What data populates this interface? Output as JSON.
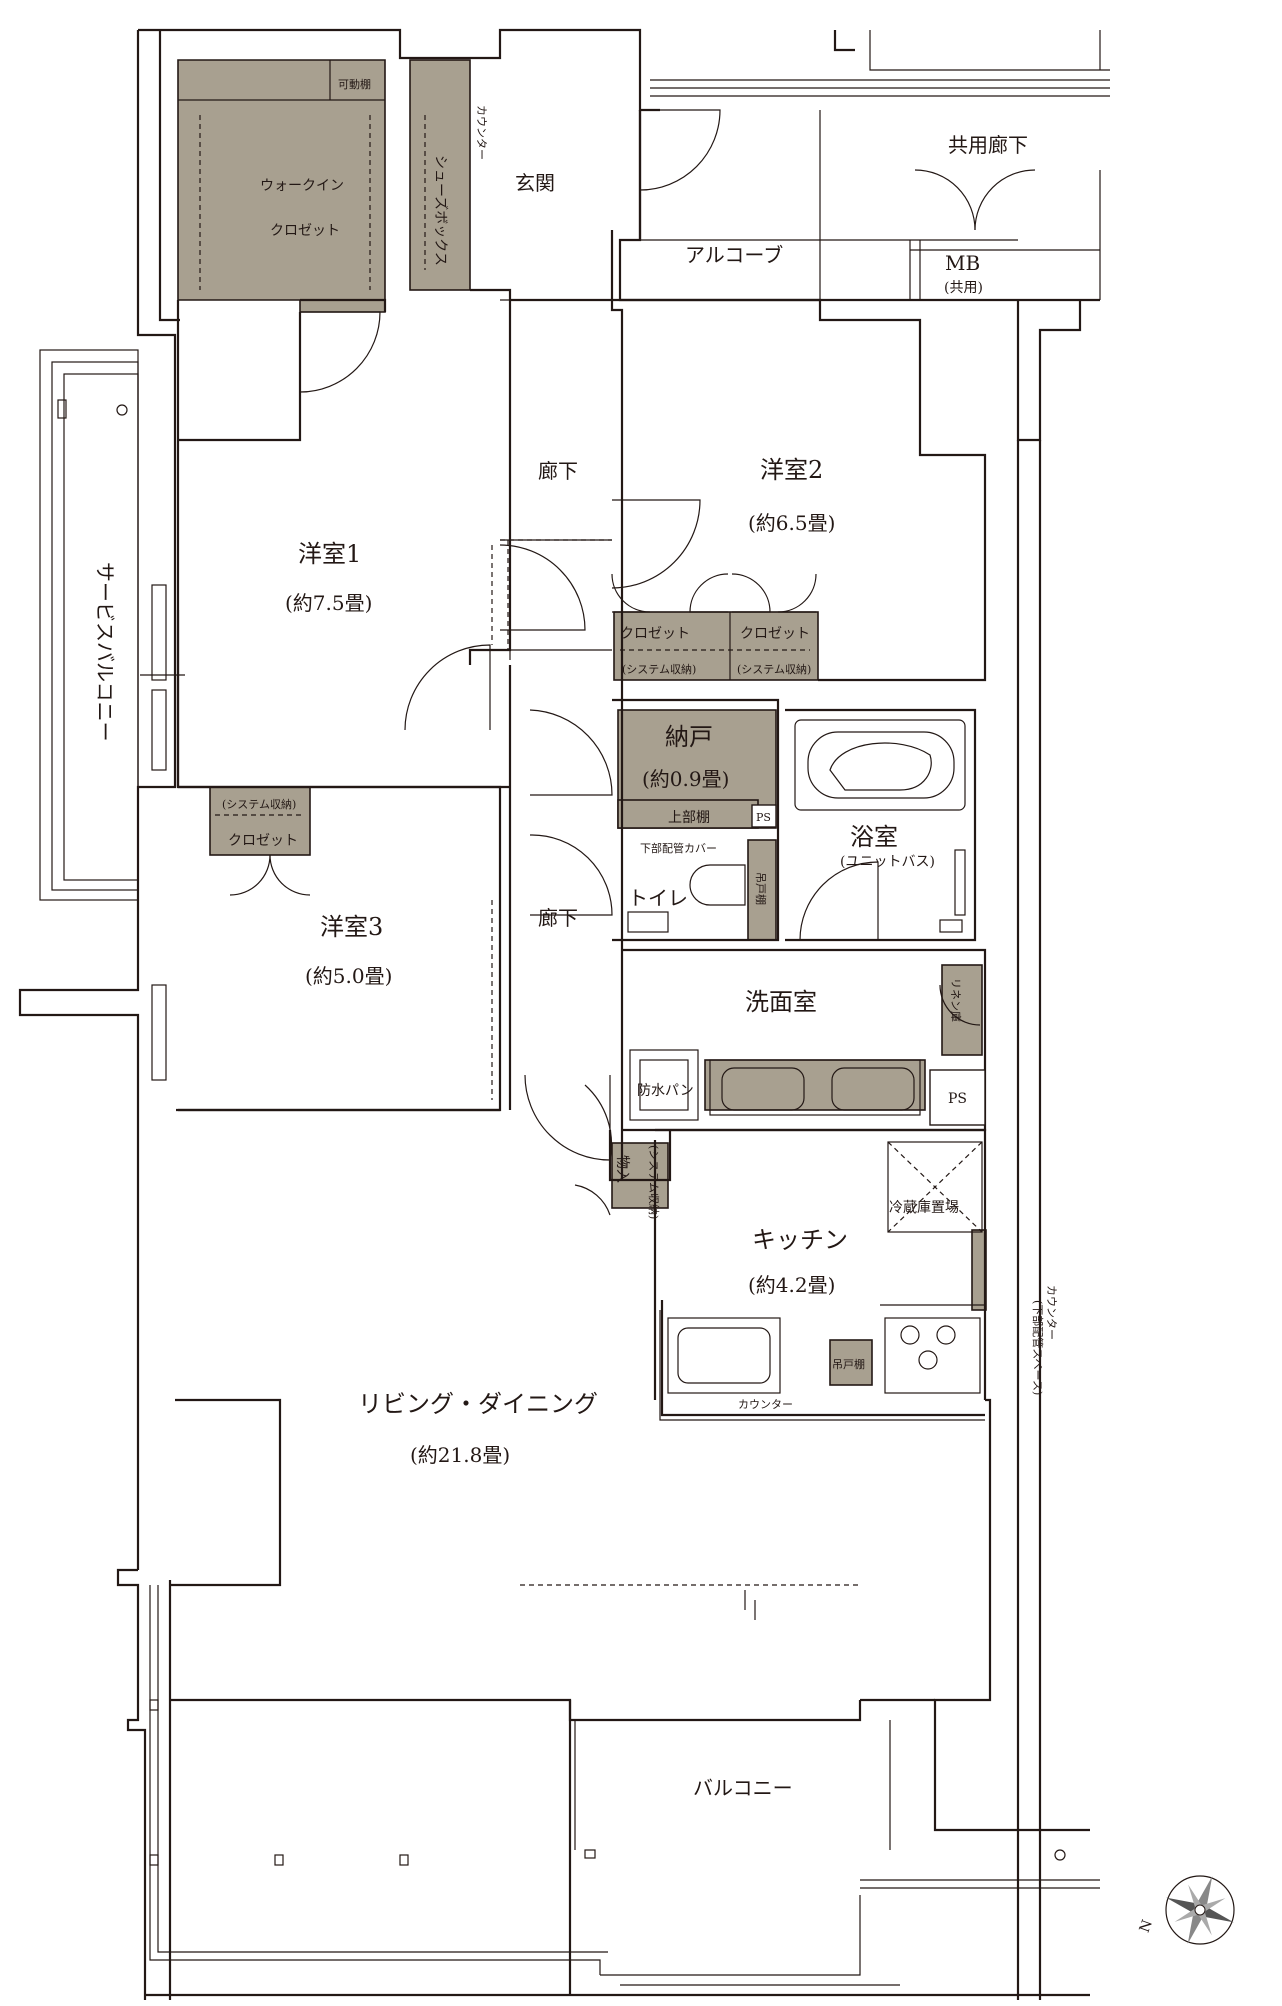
{
  "rooms": {
    "walk_in_closet": {
      "line1": "ウォークイン",
      "line2": "クロゼット"
    },
    "movable_shelf": "可動棚",
    "counter_entry": "カウンター",
    "shoe_box": "シューズボックス",
    "entrance": "玄関",
    "alcove": "アルコーブ",
    "common_corridor": "共用廊下",
    "mb": {
      "name": "MB",
      "note": "(共用)"
    },
    "hallway_upper": "廊下",
    "hallway_lower": "廊下",
    "western_room_2": {
      "name": "洋室2",
      "size": "(約6.5畳)"
    },
    "western_room_1": {
      "name": "洋室1",
      "size": "(約7.5畳)"
    },
    "closet_a": {
      "name": "クロゼット",
      "note": "(システム収納)"
    },
    "closet_b": {
      "name": "クロゼット",
      "note": "(システム収納)"
    },
    "service_balcony": "サービスバルコニー",
    "storage": {
      "name": "納戸",
      "size": "(約0.9畳)",
      "shelf": "上部棚"
    },
    "ps_upper": "PS",
    "bathroom": {
      "name": "浴室",
      "note": "(ユニットバス)"
    },
    "pipe_cover": "下部配管カバー",
    "toilet": "トイレ",
    "hanging_cabinet_toilet": "吊戸棚",
    "western_room_3": {
      "name": "洋室3",
      "size": "(約5.0畳)"
    },
    "closet_3": {
      "name": "クロゼット",
      "note": "(システム収納)"
    },
    "washroom": "洗面室",
    "linen_cabinet": "リネン庫",
    "waterproof_pan": "防水パン",
    "ps_lower": "PS",
    "storage_cabinet": {
      "name": "物入",
      "note": "(システム収納)"
    },
    "fridge_space": "冷蔵庫置場",
    "kitchen": {
      "name": "キッチン",
      "size": "(約4.2畳)"
    },
    "counter_right": {
      "name": "カウンター",
      "note": "(下部配管スペース)"
    },
    "hanging_cabinet_kitchen": "吊戸棚",
    "counter_kitchen": "カウンター",
    "living_dining": {
      "name": "リビング・ダイニング",
      "size": "(約21.8畳)"
    },
    "balcony": "バルコニー"
  },
  "compass": {
    "north": "N"
  },
  "colors": {
    "wall": "#231815",
    "storage_fill": "#a8a090",
    "background": "#ffffff"
  }
}
